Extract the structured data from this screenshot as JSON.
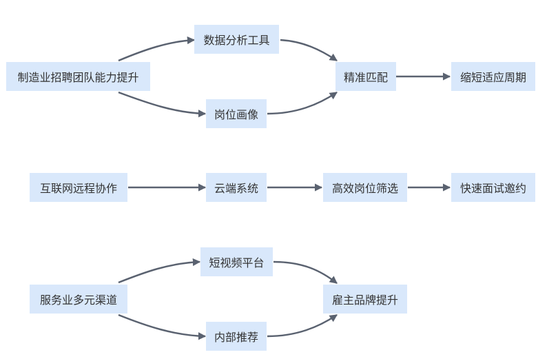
{
  "colors": {
    "node_fill": "#d9e8fb",
    "edge": "#5a6270",
    "text": "#333333"
  },
  "nodes": {
    "mfg": "制造业招聘团队能力提升",
    "data_tools": "数据分析工具",
    "profile": "岗位画像",
    "match": "精准匹配",
    "shorten": "缩短适应周期",
    "remote": "互联网远程协作",
    "cloud": "云端系统",
    "screening": "高效岗位筛选",
    "invite": "快速面试邀约",
    "service": "服务业多元渠道",
    "video": "短视频平台",
    "referral": "内部推荐",
    "brand": "雇主品牌提升"
  },
  "edges": [
    [
      "mfg",
      "data_tools"
    ],
    [
      "mfg",
      "profile"
    ],
    [
      "data_tools",
      "match"
    ],
    [
      "profile",
      "match"
    ],
    [
      "match",
      "shorten"
    ],
    [
      "remote",
      "cloud"
    ],
    [
      "cloud",
      "screening"
    ],
    [
      "screening",
      "invite"
    ],
    [
      "service",
      "video"
    ],
    [
      "service",
      "referral"
    ],
    [
      "video",
      "brand"
    ],
    [
      "referral",
      "brand"
    ]
  ]
}
